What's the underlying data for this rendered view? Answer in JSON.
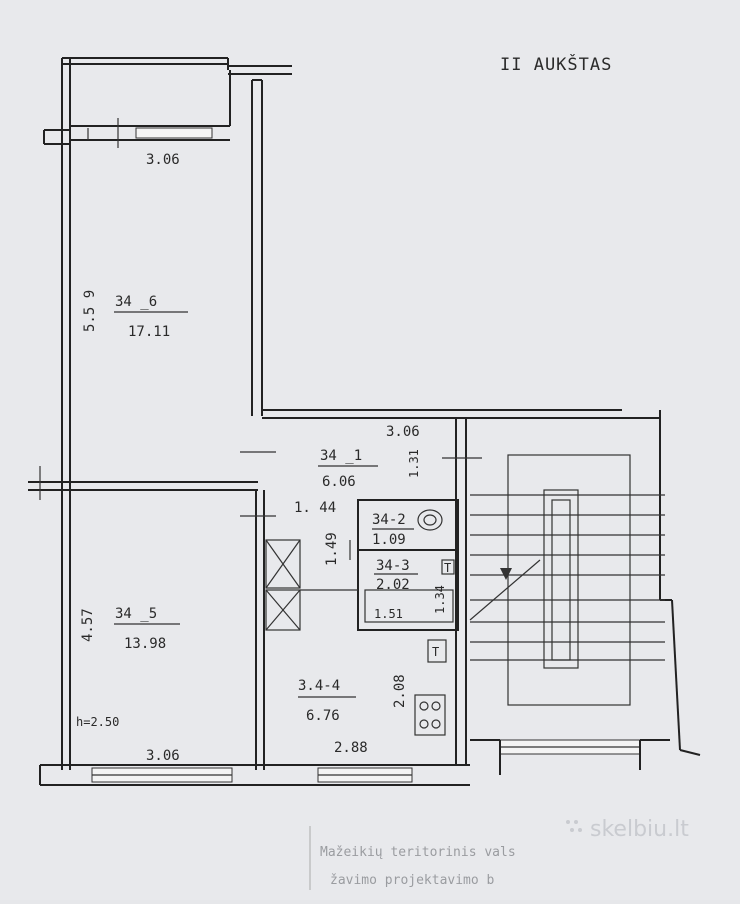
{
  "title": "II AUKŠTAS",
  "height_note": "h=2.50",
  "rooms": [
    {
      "id": "34-6",
      "label": "34 _6",
      "area": "17.11"
    },
    {
      "id": "34-1",
      "label": "34 _1",
      "area": "6.06"
    },
    {
      "id": "34-2",
      "label": "34-2",
      "area": "1.09"
    },
    {
      "id": "34-3",
      "label": "34-3",
      "area": "2.02"
    },
    {
      "id": "34-3b",
      "label": "",
      "area": "1.51"
    },
    {
      "id": "34-5",
      "label": "34 _5",
      "area": "13.98"
    },
    {
      "id": "34-4",
      "label": "3.4-4",
      "area": "6.76"
    }
  ],
  "dimensions": {
    "d1": "3.06",
    "d2": "5.5 9",
    "d3": "3.06",
    "d4": "1.31",
    "d5": "1. 44",
    "d6": "1.49",
    "d7": "1.34",
    "d8": "4.57",
    "d9": "2.08",
    "d10": "3.06",
    "d11": "2.88"
  },
  "stamp_text_line1": "Mažeikių teritorinis vals",
  "stamp_text_line2": "žavimo projektavimo b",
  "watermark": "skelbiu.lt"
}
